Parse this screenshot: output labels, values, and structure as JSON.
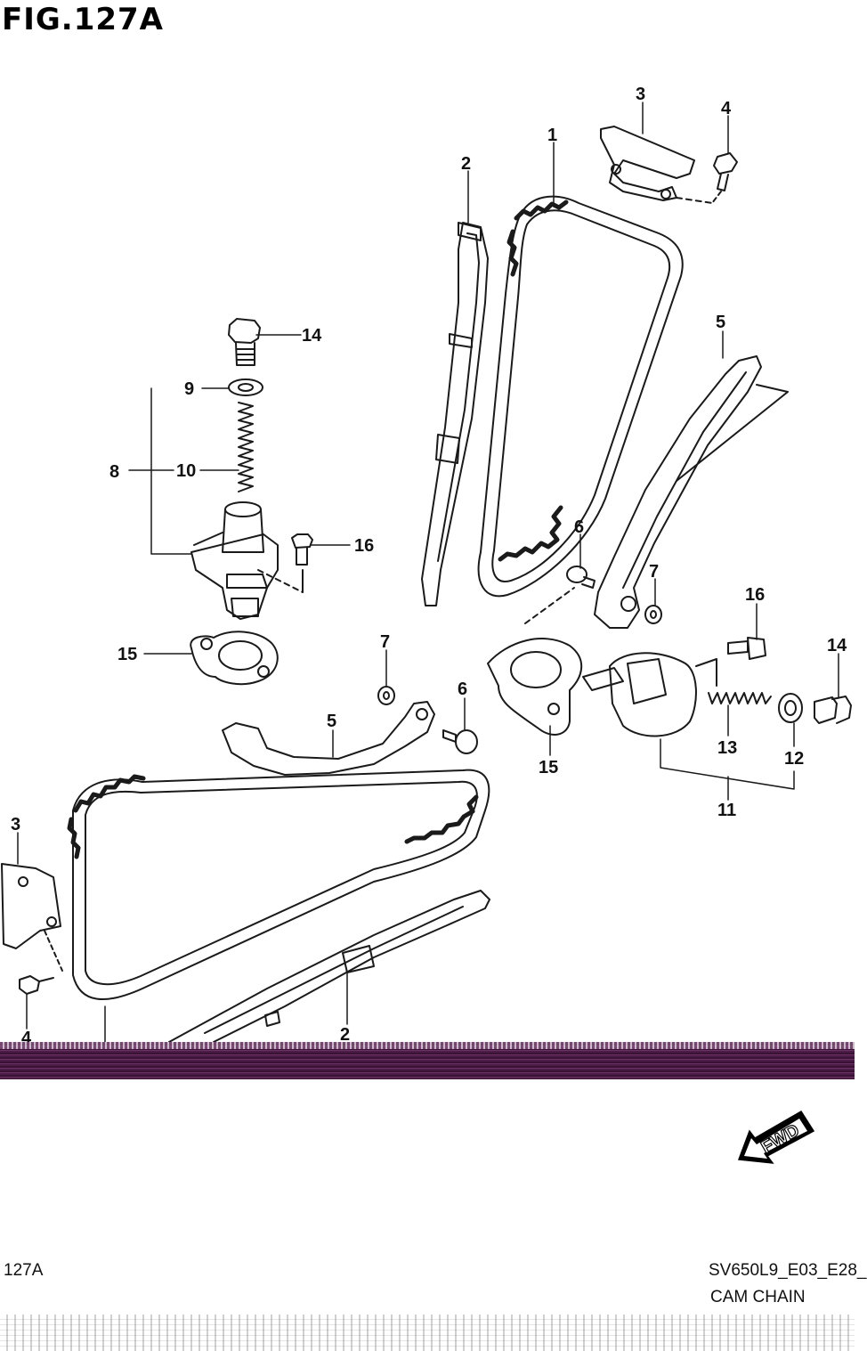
{
  "figure": {
    "title": "FIG.127A",
    "footer_code": "127A",
    "model_code": "SV650L9_E03_E28_",
    "subtitle": "CAM CHAIN",
    "fwd_label": "FWD"
  },
  "callouts": [
    {
      "id": "c1",
      "label": "1"
    },
    {
      "id": "c2a",
      "label": "2"
    },
    {
      "id": "c2b",
      "label": "2"
    },
    {
      "id": "c3a",
      "label": "3"
    },
    {
      "id": "c3b",
      "label": "3"
    },
    {
      "id": "c4a",
      "label": "4"
    },
    {
      "id": "c4b",
      "label": "4"
    },
    {
      "id": "c5a",
      "label": "5"
    },
    {
      "id": "c5b",
      "label": "5"
    },
    {
      "id": "c6a",
      "label": "6"
    },
    {
      "id": "c6b",
      "label": "6"
    },
    {
      "id": "c7a",
      "label": "7"
    },
    {
      "id": "c7b",
      "label": "7"
    },
    {
      "id": "c8",
      "label": "8"
    },
    {
      "id": "c9",
      "label": "9"
    },
    {
      "id": "c10",
      "label": "10"
    },
    {
      "id": "c11",
      "label": "11"
    },
    {
      "id": "c12",
      "label": "12"
    },
    {
      "id": "c13",
      "label": "13"
    },
    {
      "id": "c14a",
      "label": "14"
    },
    {
      "id": "c14b",
      "label": "14"
    },
    {
      "id": "c15a",
      "label": "15"
    },
    {
      "id": "c15b",
      "label": "15"
    },
    {
      "id": "c16a",
      "label": "16"
    },
    {
      "id": "c16b",
      "label": "16"
    }
  ],
  "colors": {
    "line": "#1a1a1a",
    "band": "#4b1c46"
  },
  "icons": [
    "fwd-arrow-icon"
  ]
}
